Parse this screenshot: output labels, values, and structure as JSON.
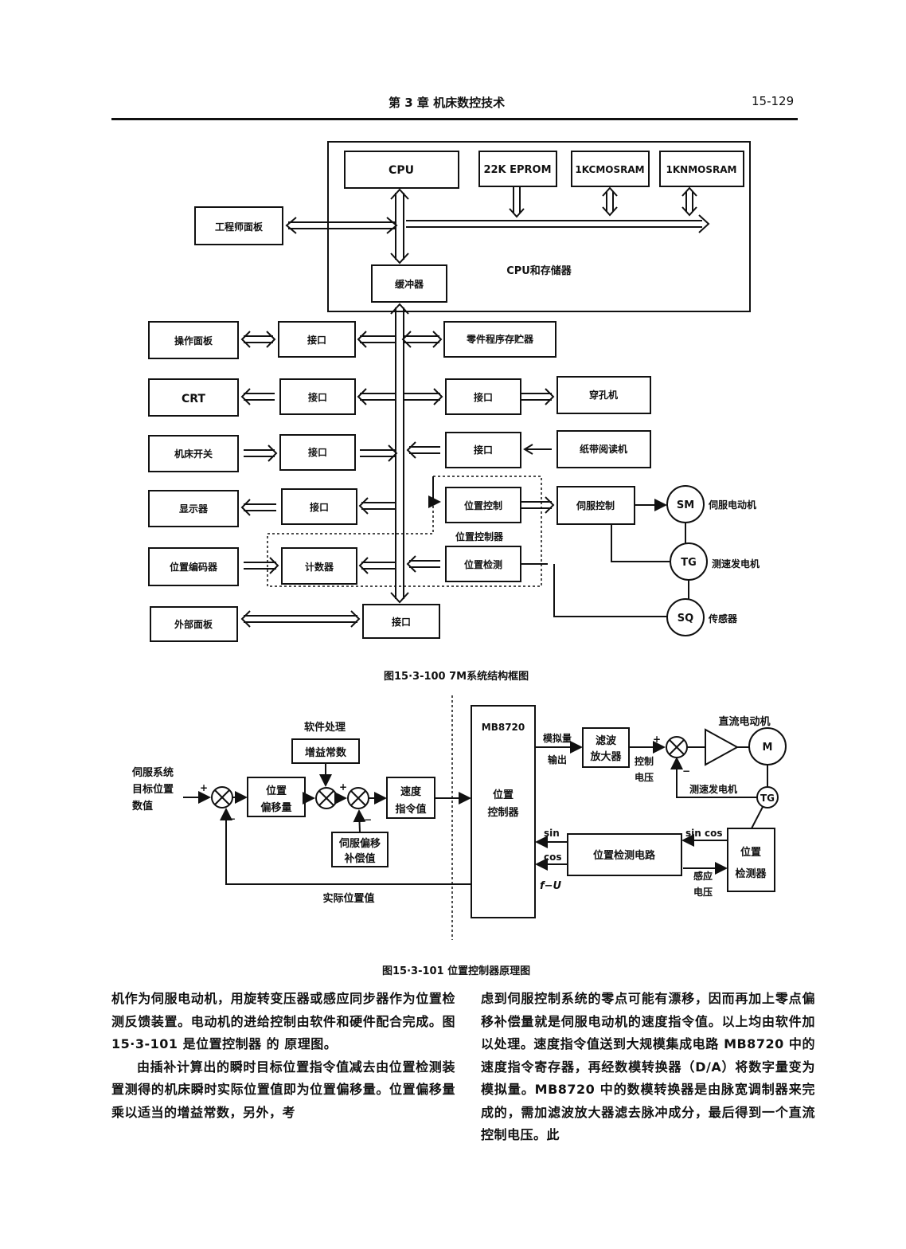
{
  "header": {
    "chapter": "第 3 章   机床数控技术",
    "page_number": "15-129"
  },
  "figure1": {
    "caption": "图15·3-100   7M系统结构框图",
    "cpu_group_label": "CPU和存储器",
    "cpu": "CPU",
    "eprom": "22K EPROM",
    "cmos": "1KCMOSRAM",
    "nmos": "1KNMOSRAM",
    "engineer_panel": "工程师面板",
    "buffer": "缓冲器",
    "operator_panel": "操作面板",
    "interface": "接口",
    "part_program_memory": "零件程序存贮器",
    "crt": "CRT",
    "punch": "穿孔机",
    "machine_switch": "机床开关",
    "tape_reader": "纸带阅读机",
    "display": "显示器",
    "position_control": "位置控制",
    "servo_control": "伺服控制",
    "sm": "SM",
    "servo_motor": "伺服电动机",
    "position_controller": "位置控制器",
    "position_encoder": "位置编码器",
    "counter": "计数器",
    "position_detect": "位置检测",
    "tg": "TG",
    "tacho": "测速发电机",
    "external_panel": "外部面板",
    "sq": "SQ",
    "sensor": "传感器"
  },
  "figure2": {
    "caption": "图15·3-101   位置控制器原理图",
    "servo_target_1": "伺服系统",
    "servo_target_2": "目标位置",
    "servo_target_3": "数值",
    "position_offset_1": "位置",
    "position_offset_2": "偏移量",
    "software_processing": "软件处理",
    "gain_constant": "增益常数",
    "servo_comp_1": "伺服偏移",
    "servo_comp_2": "补偿值",
    "speed_cmd_1": "速度",
    "speed_cmd_2": "指令值",
    "mb8720": "MB8720",
    "pos_ctrl_1": "位置",
    "pos_ctrl_2": "控制器",
    "analog_1": "模拟量",
    "analog_2": "输出",
    "filter_1": "滤波",
    "filter_2": "放大器",
    "control_1": "控制",
    "control_2": "电压",
    "dc_motor": "直流电动机",
    "m": "M",
    "tacho": "测速发电机",
    "tg": "TG",
    "sin": "sin",
    "cos": "cos",
    "sin_cos": "sin cos",
    "pos_detect_circuit": "位置检测电路",
    "pos_detector_1": "位置",
    "pos_detector_2": "检测器",
    "induced_1": "感应",
    "induced_2": "电压",
    "f_u": "f−U",
    "actual_position": "实际位置值",
    "plus": "+",
    "minus": "−"
  },
  "body": {
    "left_p1": "机作为伺服电动机，用旋转变压器或感应同步器作为位置检测反馈装置。电动机的进给控制由软件和硬件配合完成。图 15·3-101 是位置控制器 的 原理图。",
    "left_p2": "由插补计算出的瞬时目标位置指令值减去由位置检测装置测得的机床瞬时实际位置值即为位置偏移量。位置偏移量乘以适当的增益常数，另外，考",
    "right_p1": "虑到伺服控制系统的零点可能有漂移，因而再加上零点偏移补偿量就是伺服电动机的速度指令值。以上均由软件加以处理。速度指令值送到大规模集成电路 MB8720 中的速度指令寄存器，再经数模转换器（D/A）将数字量变为模拟量。MB8720 中的数模转换器是由脉宽调制器来完成的，需加滤波放大器滤去脉冲成分，最后得到一个直流控制电压。此"
  }
}
